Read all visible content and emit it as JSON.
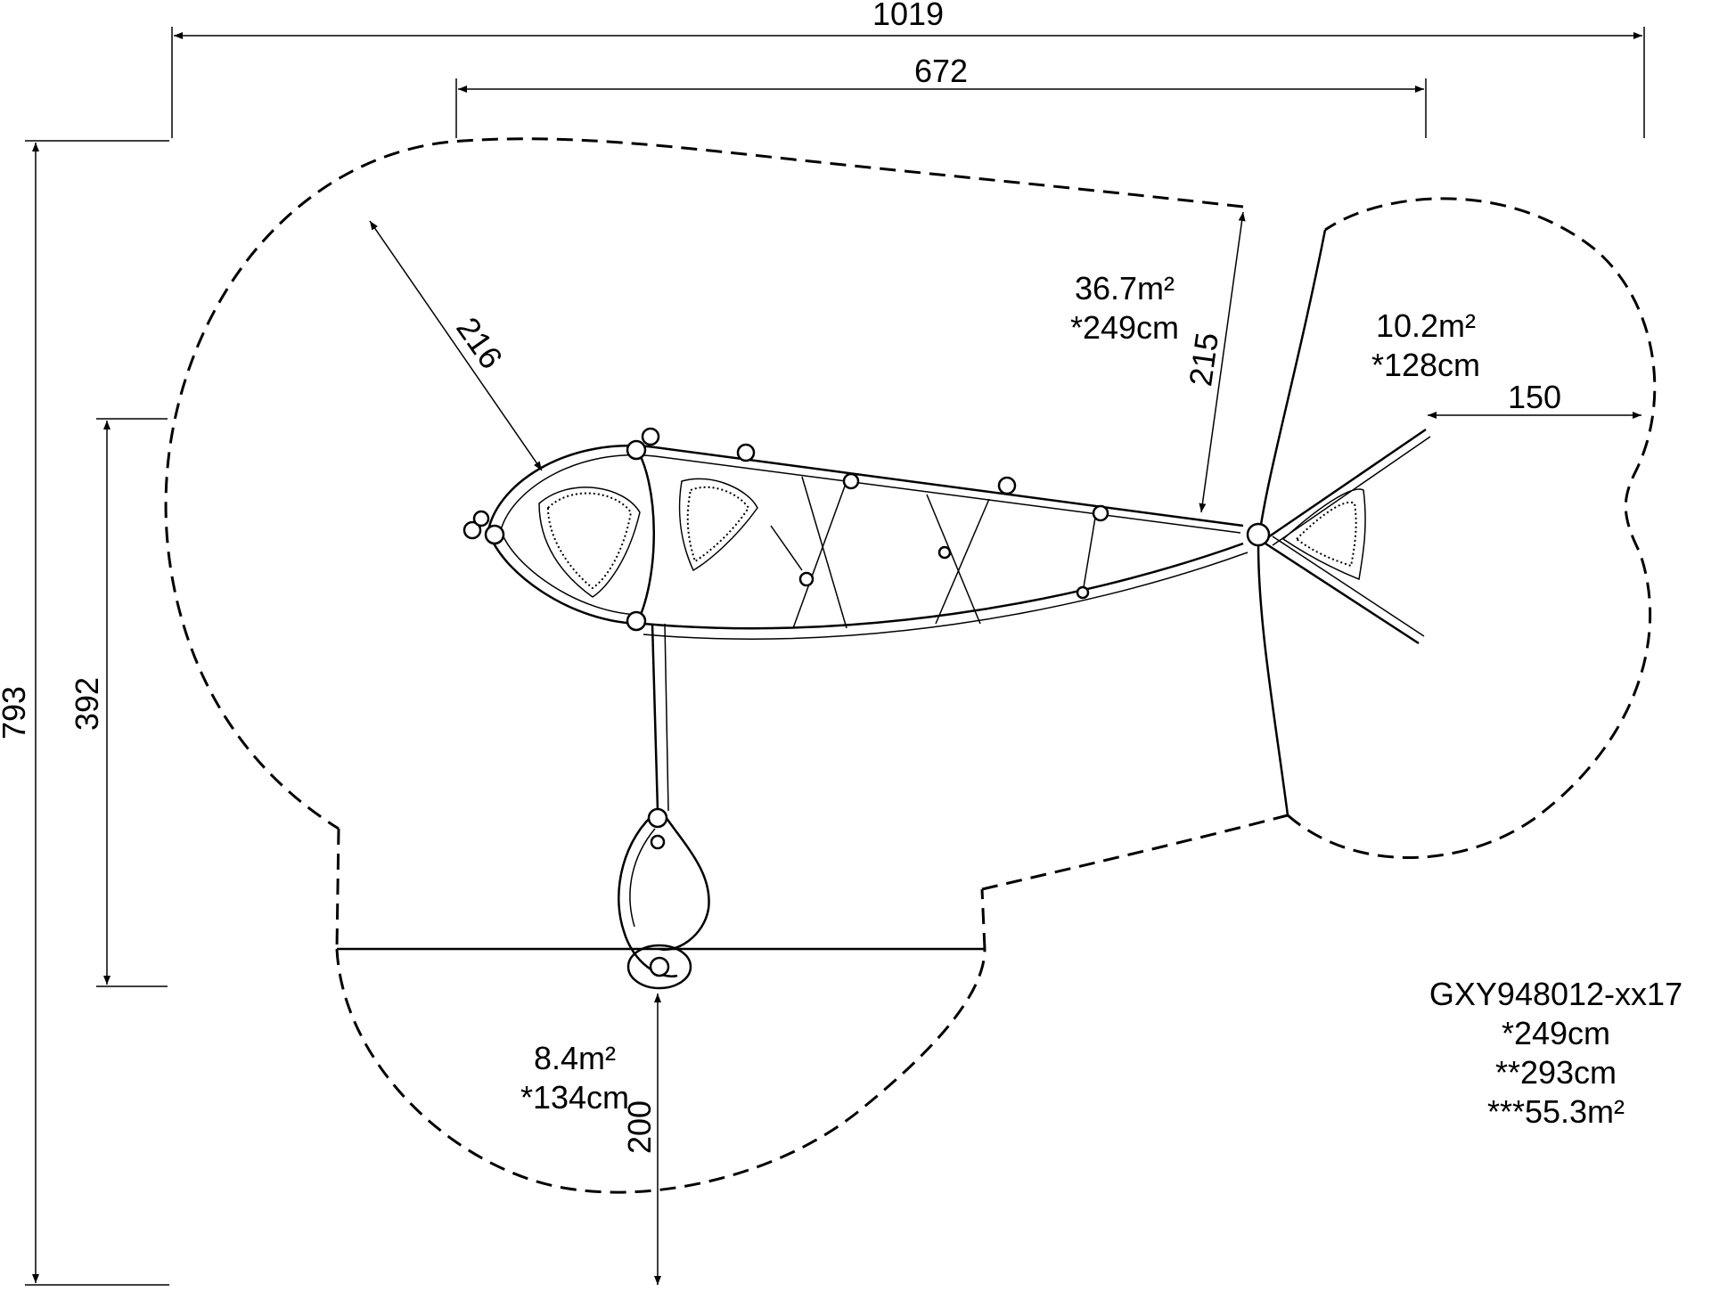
{
  "dimensions": {
    "overall_width": "1019",
    "equipment_width": "672",
    "overall_height": "793",
    "left_zone_height": "392",
    "head_clearance": "216",
    "top_clearance": "215",
    "tail_clearance": "150",
    "bottom_clearance": "200"
  },
  "zones": {
    "main": {
      "area": "36.7m²",
      "height": "*249cm"
    },
    "tail": {
      "area": "10.2m²",
      "height": "*128cm"
    },
    "swing": {
      "area": "8.4m²",
      "height": "*134cm"
    }
  },
  "info": {
    "model": "GXY948012-xx17",
    "height_1": "*249cm",
    "height_2": "**293cm",
    "total_area": "***55.3m²"
  }
}
